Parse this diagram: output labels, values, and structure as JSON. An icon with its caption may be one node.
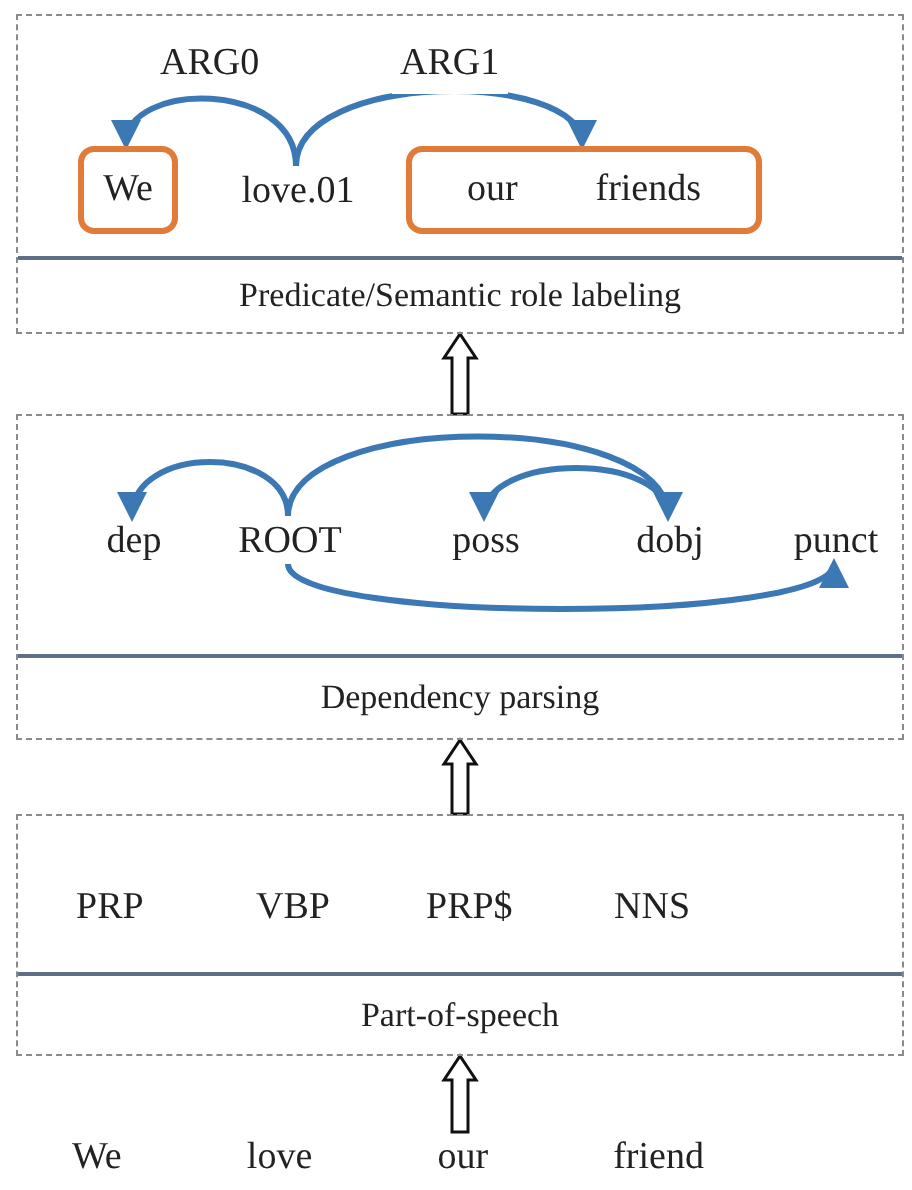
{
  "diagram": {
    "nodes": [
      {
        "text": [
          "Predicate/Semantic role labeling"
        ]
      },
      {
        "text": [
          "We"
        ],
        "in": 0
      },
      {
        "text": [
          "love.01"
        ],
        "in": 0
      },
      {
        "text": [
          "our",
          "friends"
        ],
        "in": 0
      },
      {
        "text": [
          "Dependency parsing"
        ]
      },
      {
        "text": [
          "dep"
        ],
        "in": 4
      },
      {
        "text": [
          "ROOT"
        ],
        "in": 4
      },
      {
        "text": [
          "poss"
        ],
        "in": 4
      },
      {
        "text": [
          "dobj"
        ],
        "in": 4
      },
      {
        "text": [
          "punct"
        ],
        "in": 4
      },
      {
        "text": [
          "Part-of-speech"
        ]
      },
      {
        "text": [
          "We",
          "love",
          "our",
          "friend"
        ]
      }
    ],
    "edges": [
      {
        "from": 2,
        "to": 1,
        "arrow": "to",
        "label": "ARG0"
      },
      {
        "from": 2,
        "to": 3,
        "arrow": "to",
        "label": "ARG1"
      },
      {
        "from": 6,
        "to": 5,
        "arrow": "to"
      },
      {
        "from": 6,
        "to": 8,
        "arrow": "to"
      },
      {
        "from": 8,
        "to": 7,
        "arrow": "to"
      },
      {
        "from": 6,
        "to": 9,
        "arrow": "to"
      },
      {
        "from": 4,
        "to": 0,
        "arrow": "to",
        "style": "thick",
        "color": "#111111"
      },
      {
        "from": 10,
        "to": 4,
        "arrow": "to",
        "style": "thick",
        "color": "#111111"
      },
      {
        "from": 11,
        "to": 10,
        "arrow": "to",
        "style": "thick",
        "color": "#111111"
      }
    ],
    "labels": [
      "PRP",
      "VBP",
      "PRP$",
      "NNS"
    ]
  }
}
